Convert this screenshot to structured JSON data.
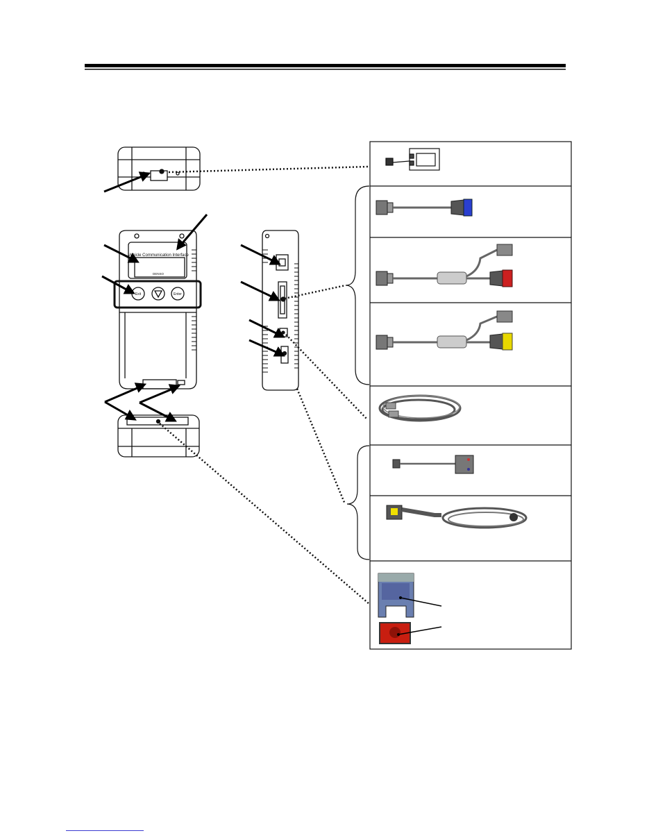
{
  "device": {
    "screen_text": "Vehicle Communication Interface",
    "brand_text": "DENSO",
    "keys": [
      {
        "id": "exit",
        "label": "Exit"
      },
      {
        "id": "down",
        "label": "▽"
      },
      {
        "id": "enter",
        "label": "Enter"
      }
    ]
  },
  "accessories": [
    {
      "id": "usb-adapter-box",
      "label": ""
    },
    {
      "id": "dlc3-cable-blue",
      "label": ""
    },
    {
      "id": "dlc-cable-red",
      "label": ""
    },
    {
      "id": "dlc-cable-yellow",
      "label": ""
    },
    {
      "id": "usb-cable",
      "label": ""
    },
    {
      "id": "adapter-cable",
      "label": ""
    },
    {
      "id": "power-cable",
      "label": ""
    },
    {
      "id": "memory-cards",
      "label": ""
    }
  ],
  "colors": {
    "line": "#111111",
    "connector_blue": "#2a3fd0",
    "connector_red": "#cc2020",
    "connector_yellow": "#e8d800",
    "card_blue": "#6a7fb0",
    "card_red": "#c81e10",
    "footer_link": "#3a3ad0"
  }
}
